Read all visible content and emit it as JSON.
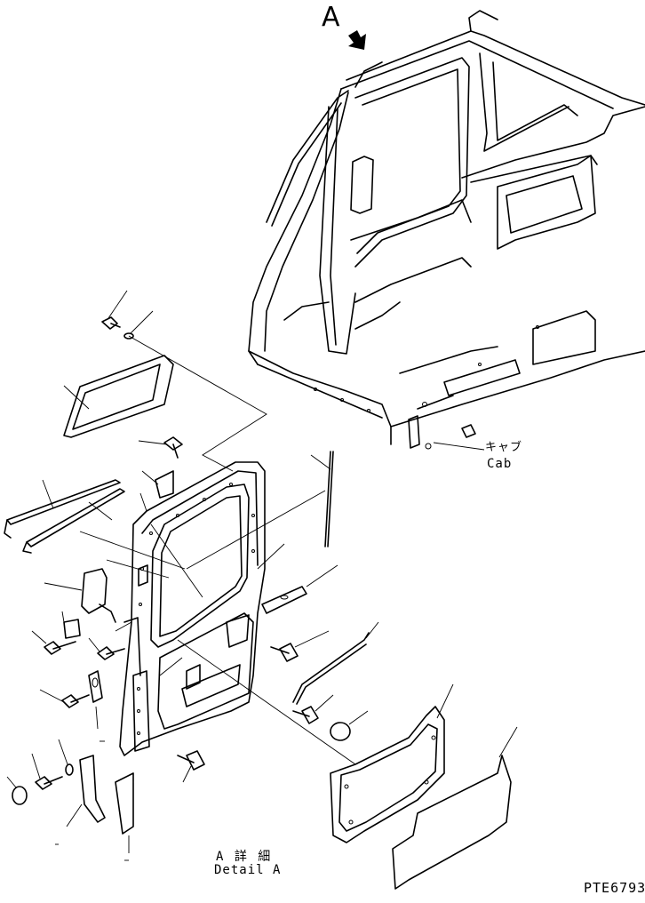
{
  "view_marker": {
    "letter": "A"
  },
  "cab_label": {
    "japanese": "キャブ",
    "english": "Cab"
  },
  "detail_label": {
    "japanese": "A 詳 細",
    "english": "Detail A"
  },
  "drawing_number": "PTE6793",
  "icons": {
    "view_arrow": "view-direction-arrow-icon"
  },
  "colors": {
    "line": "#000000",
    "background": "#ffffff"
  }
}
